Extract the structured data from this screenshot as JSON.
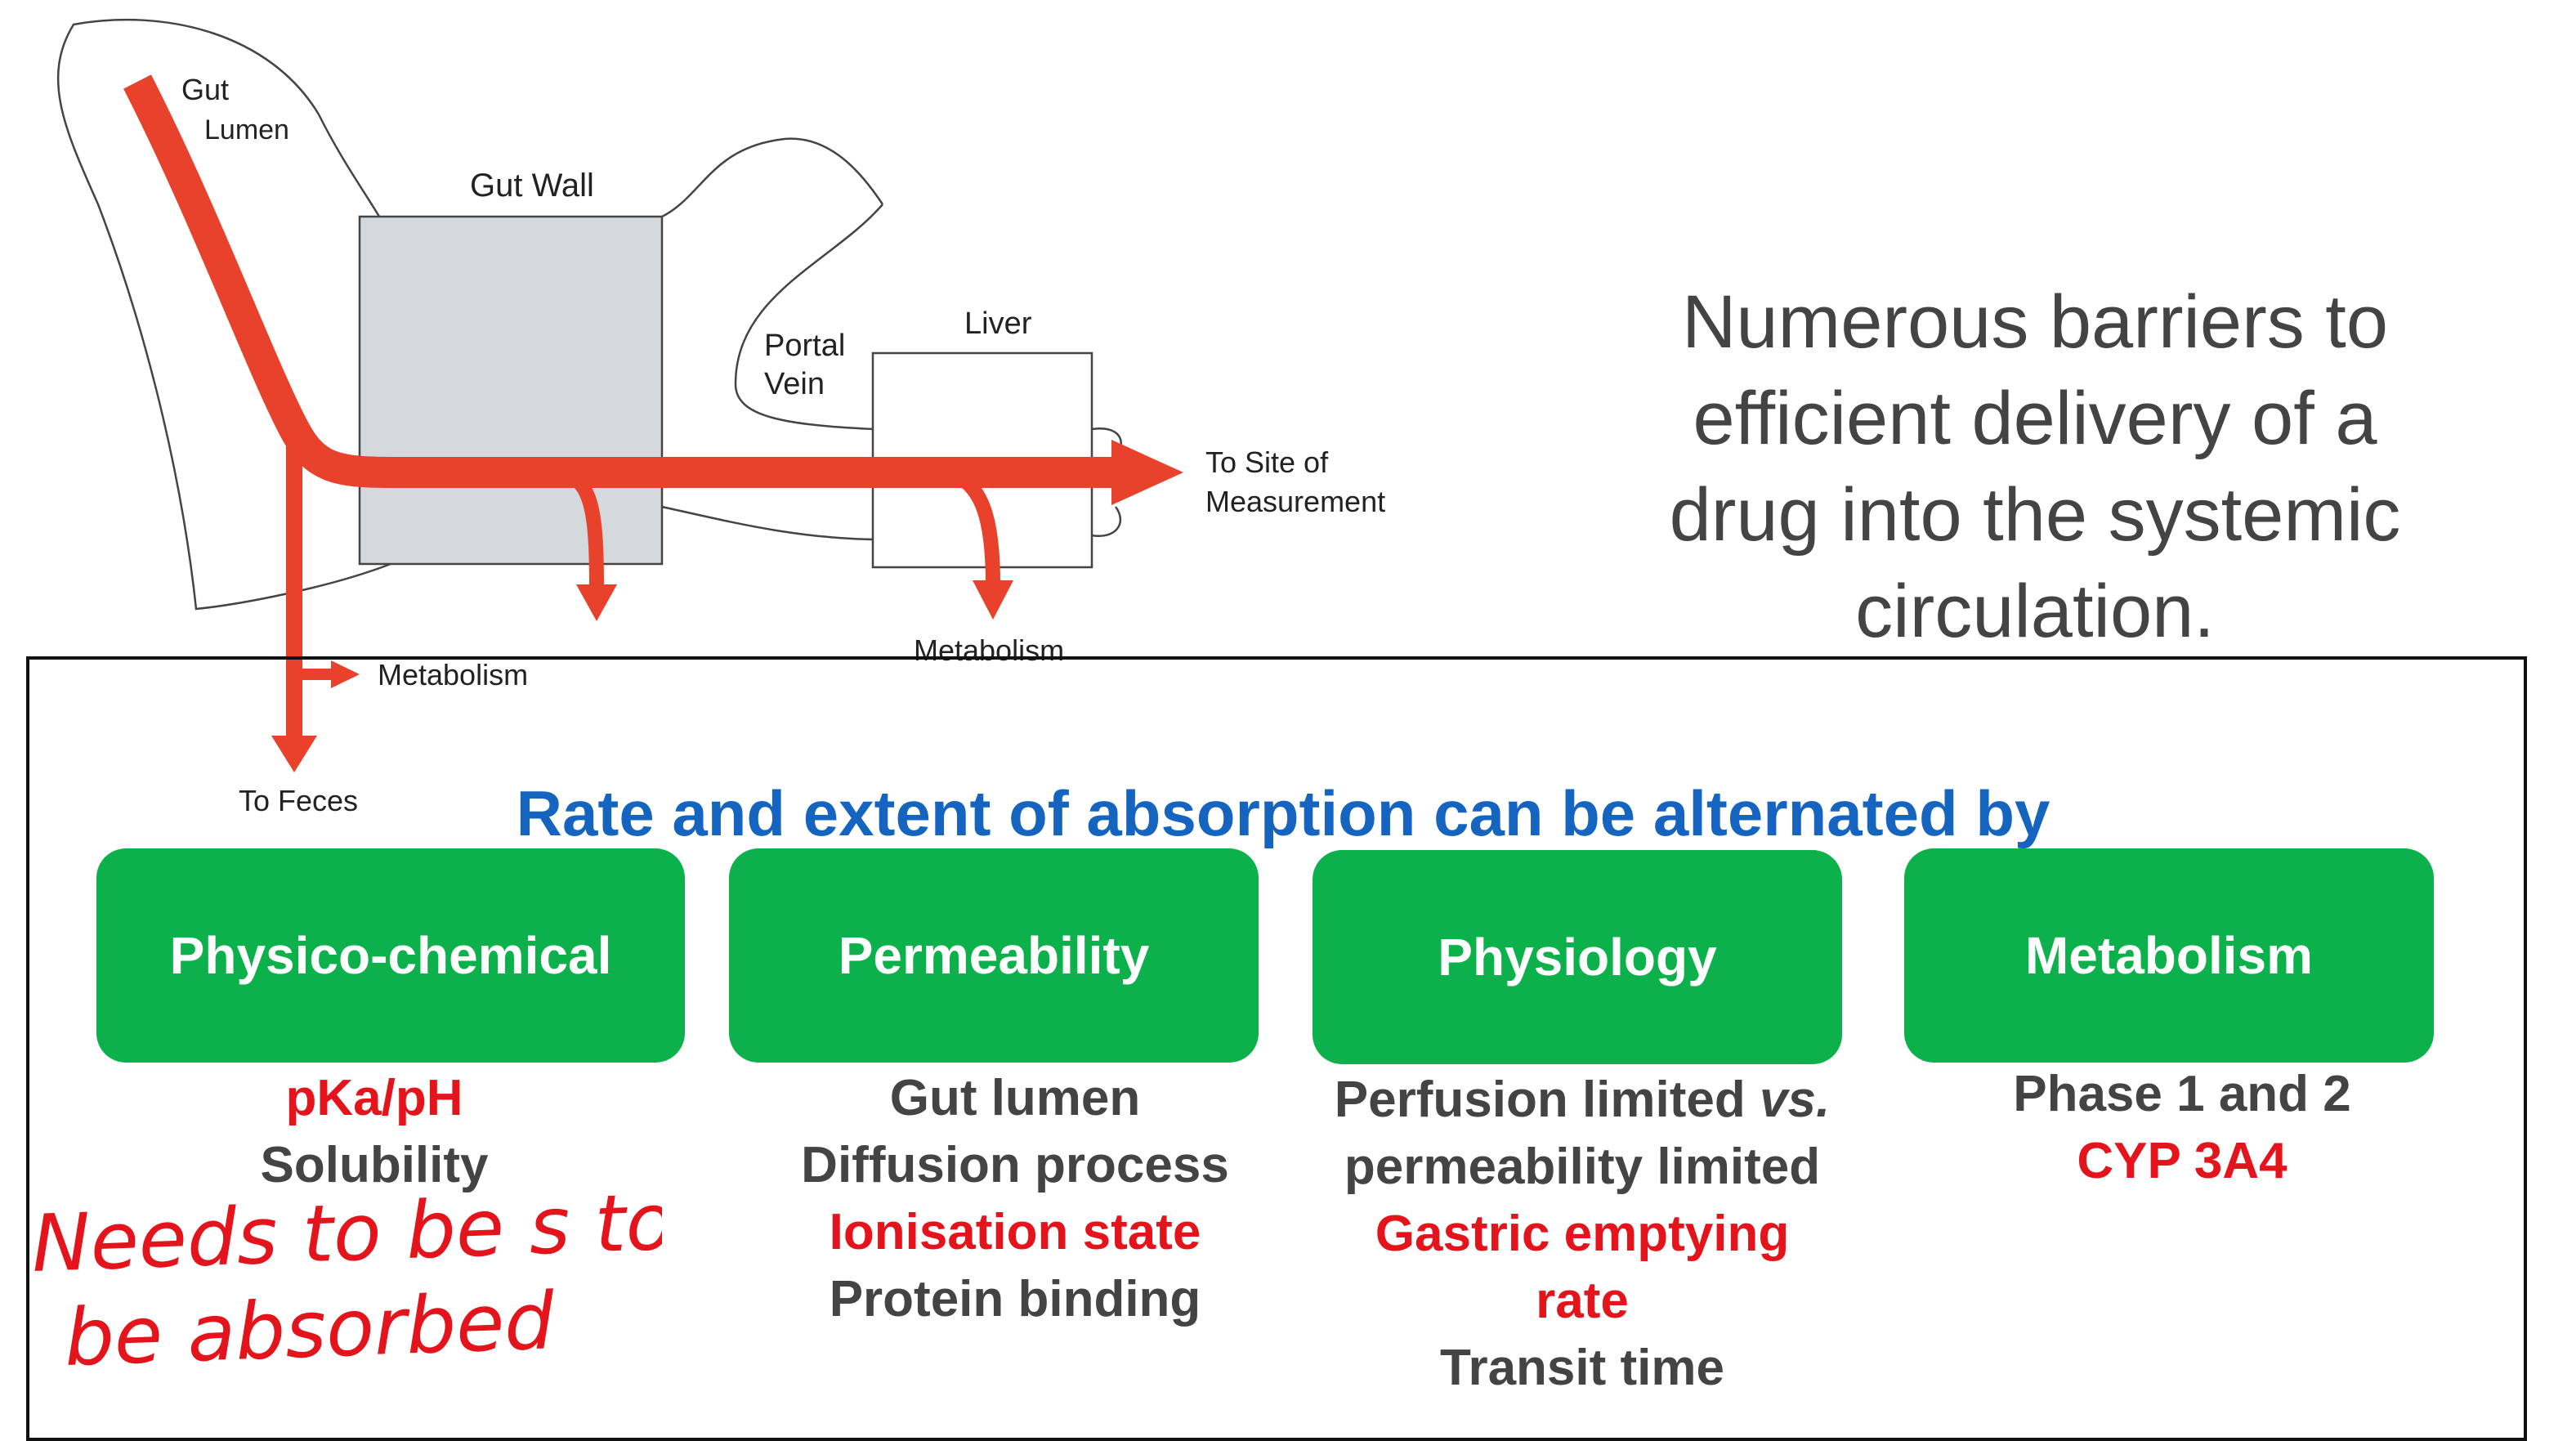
{
  "diagram": {
    "labels": {
      "gut": "Gut",
      "lumen": "Lumen",
      "gut_wall": "Gut Wall",
      "portal_vein_1": "Portal",
      "portal_vein_2": "Vein",
      "liver": "Liver",
      "site_1": "To Site of",
      "site_2": "Measurement",
      "metabolism_gut": "Metabolism",
      "metabolism_liver": "Metabolism",
      "feces": "To Feces"
    },
    "colors": {
      "flow": "#e8412c",
      "gut_wall_fill": "#d4d9de",
      "outline": "#444444"
    }
  },
  "statement": {
    "lines": [
      "Numerous barriers to",
      "efficient delivery of a",
      "drug into the systemic",
      "circulation."
    ]
  },
  "panel": {
    "heading": "Rate and extent of absorption can be alternated by",
    "factors": [
      {
        "title": "Physico-chemical",
        "items": [
          {
            "text": "pKa/pH"
          },
          {
            "text": "Solubility"
          }
        ]
      },
      {
        "title": "Permeability",
        "items": [
          {
            "text": "Gut lumen"
          },
          {
            "text": "Diffusion process"
          },
          {
            "text": "Ionisation state"
          },
          {
            "text": "Protein binding"
          }
        ]
      },
      {
        "title": "Physiology",
        "items": [
          {
            "text": "Perfusion limited ",
            "italic": "vs."
          },
          {
            "text": "permeability limited"
          },
          {
            "text": "Gastric emptying"
          },
          {
            "text": "rate"
          },
          {
            "text": "Transit time"
          }
        ]
      },
      {
        "title": "Metabolism",
        "items": [
          {
            "text": "Phase 1 and 2"
          },
          {
            "text": "CYP 3A4"
          }
        ]
      }
    ],
    "colors": {
      "heading": "#1565c0",
      "box": "#0db14b",
      "item_gray": "#444444",
      "item_red": "#e3141b"
    }
  },
  "annotation": {
    "handwritten_lines": [
      "Needs to be s to",
      "be absorbed"
    ],
    "color": "#e3141b"
  }
}
